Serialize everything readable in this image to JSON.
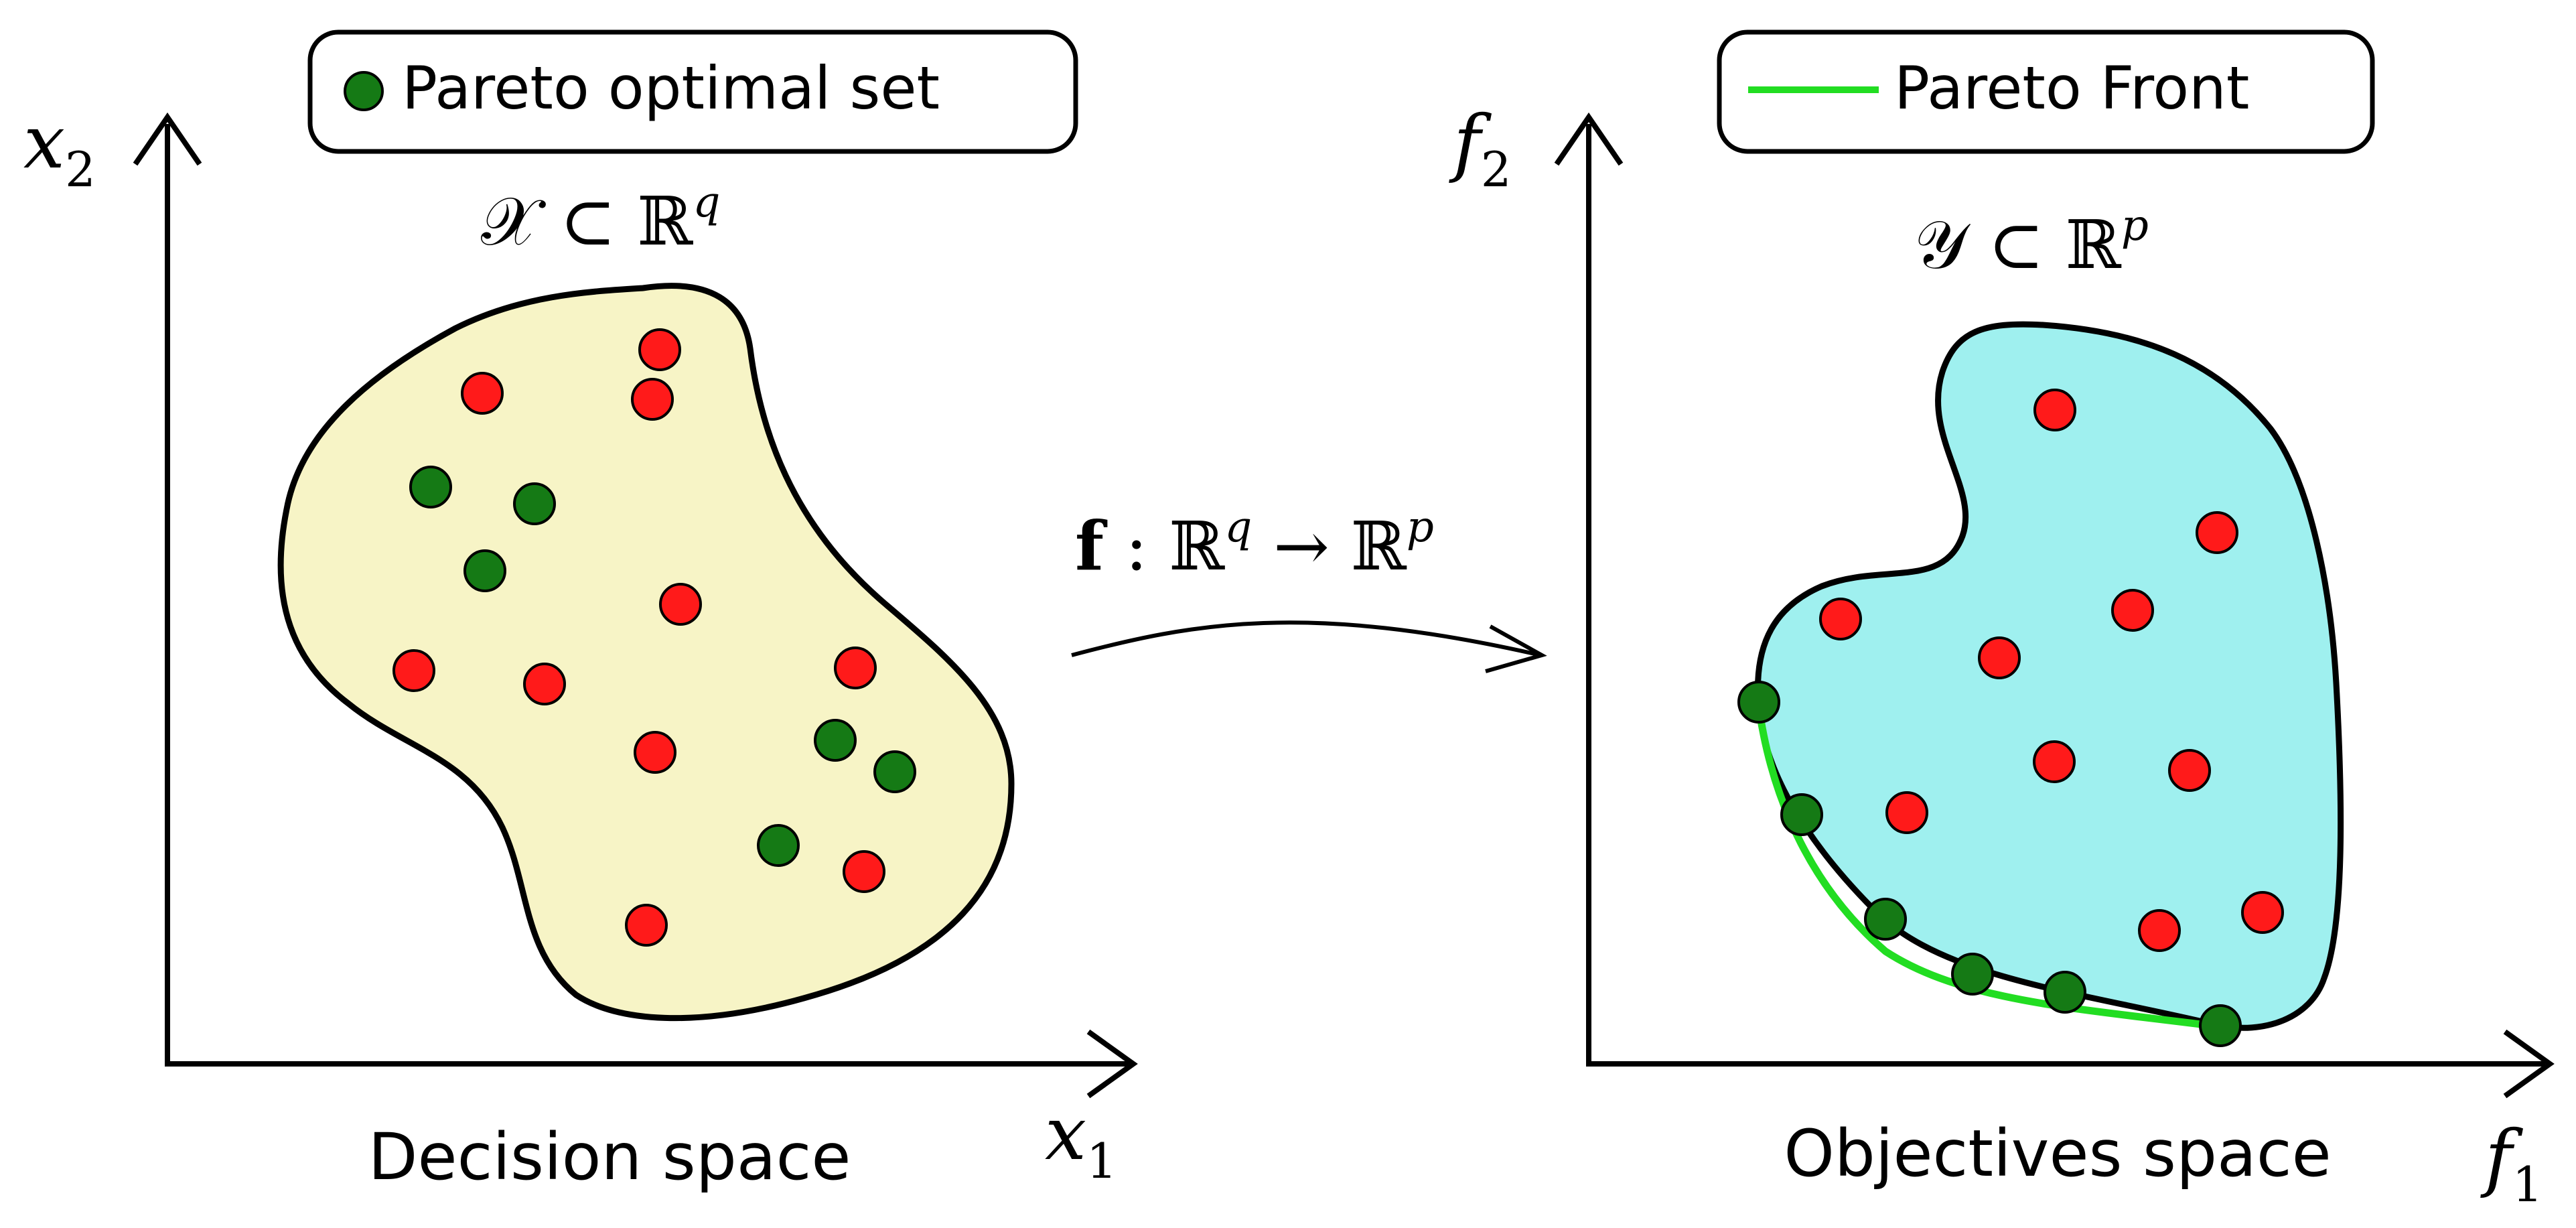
{
  "left_panel": {
    "legend_label": "Pareto optimal set",
    "set_label": "𝒳 ⊂ ℝ",
    "set_label_exp": "q",
    "y_axis_label": "x",
    "y_axis_sub": "2",
    "x_axis_label": "x",
    "x_axis_sub": "1",
    "caption": "Decision space"
  },
  "right_panel": {
    "legend_label": "Pareto Front",
    "set_label": "𝒴 ⊂ ℝ",
    "set_label_exp": "p",
    "y_axis_label": "f",
    "y_axis_sub": "2",
    "x_axis_label": "f",
    "x_axis_sub": "1",
    "caption": "Objectives space"
  },
  "mapping": {
    "bold_f": "f",
    "part1": " : ℝ",
    "exp1": "q",
    "part2": " → ℝ",
    "exp2": "p"
  },
  "colors": {
    "decision_fill": "#f7f4c6",
    "objective_fill": "#9ff0ef",
    "dominated_point": "#ff1a1a",
    "pareto_point": "#157a15",
    "pareto_front": "#22dd22",
    "stroke": "#000000"
  }
}
